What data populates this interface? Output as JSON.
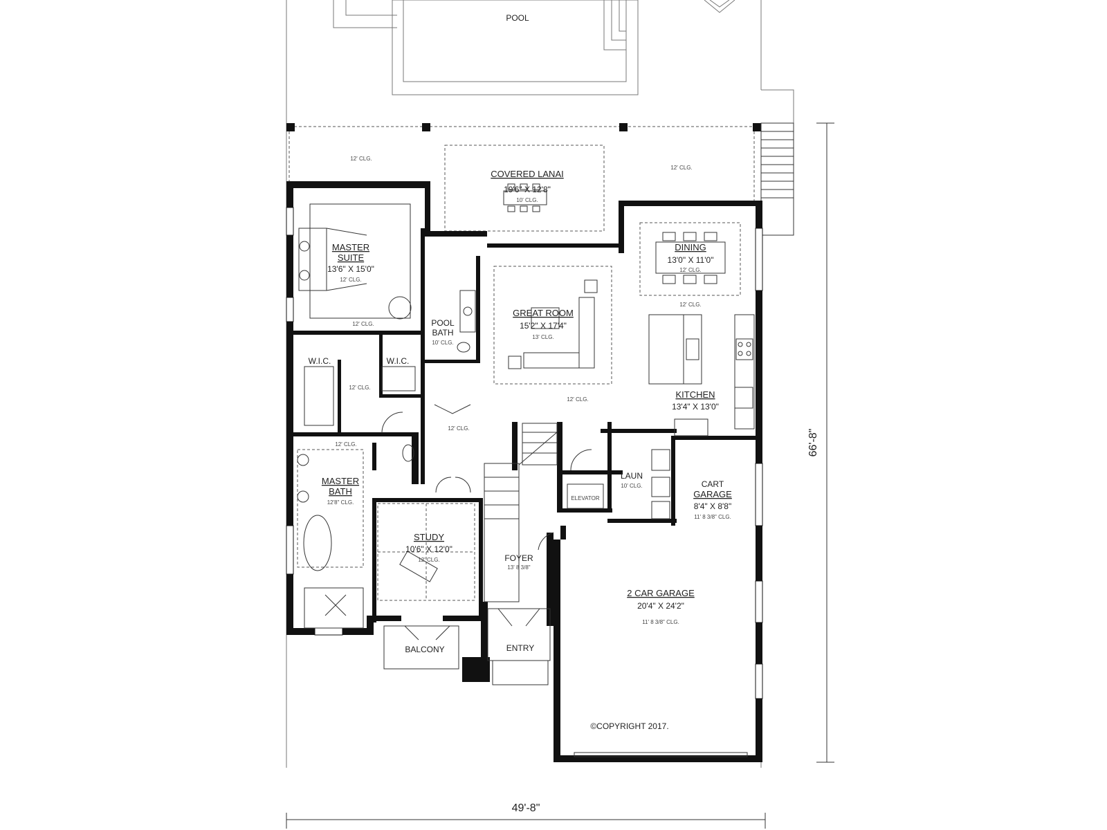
{
  "rooms": {
    "pool": {
      "name": "POOL"
    },
    "covered_lanai": {
      "name": "COVERED LANAI",
      "size": "19'6\" X 12'8\"",
      "clg": "10' CLG."
    },
    "master_suite": {
      "name1": "MASTER",
      "name2": "SUITE",
      "size": "13'6\" X 15'0\"",
      "clg": "12' CLG."
    },
    "dining": {
      "name": "DINING",
      "size": "13'0\" X 11'0\"",
      "clg": "12' CLG."
    },
    "great_room": {
      "name": "GREAT ROOM",
      "size": "15'2\" X 17'4\"",
      "clg": "13' CLG."
    },
    "pool_bath": {
      "name1": "POOL",
      "name2": "BATH",
      "clg": "10' CLG."
    },
    "wic_left": {
      "name": "W.I.C."
    },
    "wic_right": {
      "name": "W.I.C."
    },
    "kitchen": {
      "name": "KITCHEN",
      "size": "13'4\" X 13'0\""
    },
    "master_bath": {
      "name1": "MASTER",
      "name2": "BATH",
      "clg": "12'8\" CLG."
    },
    "laun": {
      "name": "LAUN",
      "clg": "10' CLG."
    },
    "elevator": {
      "name": "ELEVATOR"
    },
    "cart_garage": {
      "name1": "CART",
      "name2": "GARAGE",
      "size": "8'4\" X 8'8\"",
      "clg": "11' 8 3/8\" CLG."
    },
    "study": {
      "name": "STUDY",
      "size": "10'6\" X 12'0\"",
      "clg": "12' CLG."
    },
    "foyer": {
      "name": "FOYER",
      "clg": "13' 8 3/8\""
    },
    "two_car_garage": {
      "name": "2 CAR GARAGE",
      "size": "20'4\" X 24'2\"",
      "clg": "11' 8 3/8\" CLG."
    },
    "balcony": {
      "name": "BALCONY"
    },
    "entry": {
      "name": "ENTRY"
    }
  },
  "ceiling_notes": {
    "lanai_left": "12' CLG.",
    "lanai_right": "12' CLG.",
    "master_suite_bottom": "12' CLG.",
    "wic_hall": "12' CLG.",
    "kitchen_top": "12' CLG.",
    "living_hall": "12' CLG.",
    "center_hall": "12' CLG.",
    "master_bath_top": "12' CLG."
  },
  "dimensions": {
    "width": "49'-8\"",
    "depth": "66'-8\""
  },
  "copyright": "©COPYRIGHT 2017."
}
